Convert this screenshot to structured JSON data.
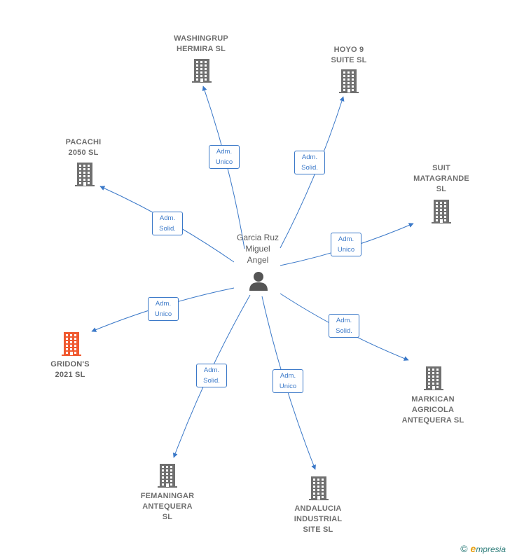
{
  "center": {
    "name": "Garcia Ruz\nMiguel\nAngel",
    "icon": "person-icon",
    "color": "#555555"
  },
  "colors": {
    "edge": "#3a78c8",
    "company": "#707070",
    "company_highlight": "#f05a30"
  },
  "nodes": [
    {
      "id": "washingrup",
      "name": "WASHINGRUP\nHERMIRA  SL",
      "relation": "Adm.\nUnico",
      "icon": "building-icon",
      "highlight": false
    },
    {
      "id": "hoyo9",
      "name": "HOYO 9\nSUITE  SL",
      "relation": "Adm.\nSolid.",
      "icon": "building-icon",
      "highlight": false
    },
    {
      "id": "pacachi",
      "name": "PACACHI\n2050  SL",
      "relation": "Adm.\nSolid.",
      "icon": "building-icon",
      "highlight": false
    },
    {
      "id": "suit",
      "name": "SUIT\nMATAGRANDE\nSL",
      "relation": "Adm.\nUnico",
      "icon": "building-icon",
      "highlight": false
    },
    {
      "id": "gridons",
      "name": "GRIDON'S\n2021  SL",
      "relation": "Adm.\nUnico",
      "icon": "building-icon",
      "highlight": true
    },
    {
      "id": "markican",
      "name": "MARKICAN\nAGRICOLA\nANTEQUERA SL",
      "relation": "Adm.\nSolid.",
      "icon": "building-icon",
      "highlight": false
    },
    {
      "id": "femaningar",
      "name": "FEMANINGAR\nANTEQUERA\nSL",
      "relation": "Adm.\nSolid.",
      "icon": "building-icon",
      "highlight": false
    },
    {
      "id": "andalucia",
      "name": "ANDALUCIA\nINDUSTRIAL\nSITE  SL",
      "relation": "Adm.\nUnico",
      "icon": "building-icon",
      "highlight": false
    }
  ],
  "brand": {
    "copyright": "©",
    "logo_initial": "e",
    "logo_rest": "mpresia"
  }
}
